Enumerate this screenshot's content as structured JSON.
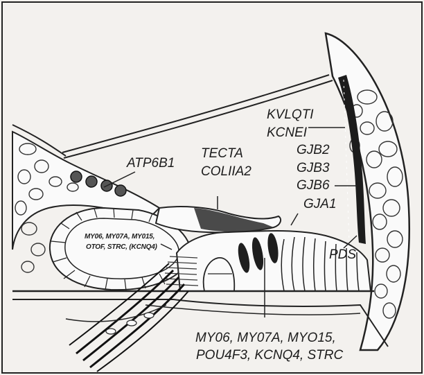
{
  "labels": {
    "kvlqt1": "KVLQTI",
    "kcne1": "KCNEI",
    "gjb2": "GJB2",
    "gjb3": "GJB3",
    "gjb6": "GJB6",
    "gja1": "GJA1",
    "atp6b1": "ATP6B1",
    "tecta": "TECTA",
    "col11a2": "COLIIA2",
    "inner_sulcus_line1": "MY06, MY07A, MY015,",
    "inner_sulcus_line2": "OTOF, STRC, (KCNQ4)",
    "pds": "PDS",
    "hair_cell_line1": "MY06, MY07A, MYO15,",
    "hair_cell_line2": "POU4F3, KCNQ4, STRC"
  }
}
